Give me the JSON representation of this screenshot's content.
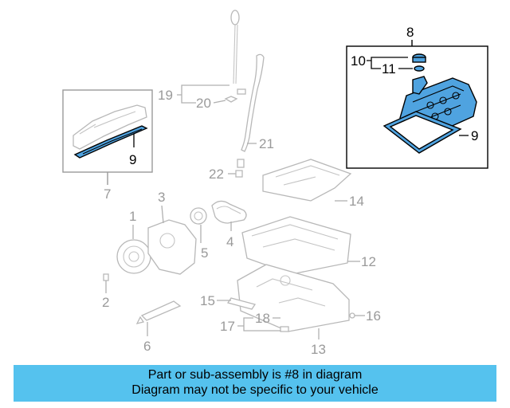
{
  "colors": {
    "highlight": "#4fa3e0",
    "banner": "#55c2ee",
    "parts": "#b8b8b8"
  },
  "callouts": {
    "c1": "1",
    "c2": "2",
    "c3": "3",
    "c4": "4",
    "c5": "5",
    "c6": "6",
    "c7": "7",
    "c8": "8",
    "c9a": "9",
    "c9b": "9",
    "c10": "10",
    "c11": "11",
    "c12": "12",
    "c13": "13",
    "c14": "14",
    "c15": "15",
    "c16": "16",
    "c17": "17",
    "c18": "18",
    "c19": "19",
    "c20": "20",
    "c21": "21",
    "c22": "22"
  },
  "banner": {
    "line1": "Part or sub-assembly is #8 in diagram",
    "line2": "Diagram may not be specific to your vehicle"
  }
}
